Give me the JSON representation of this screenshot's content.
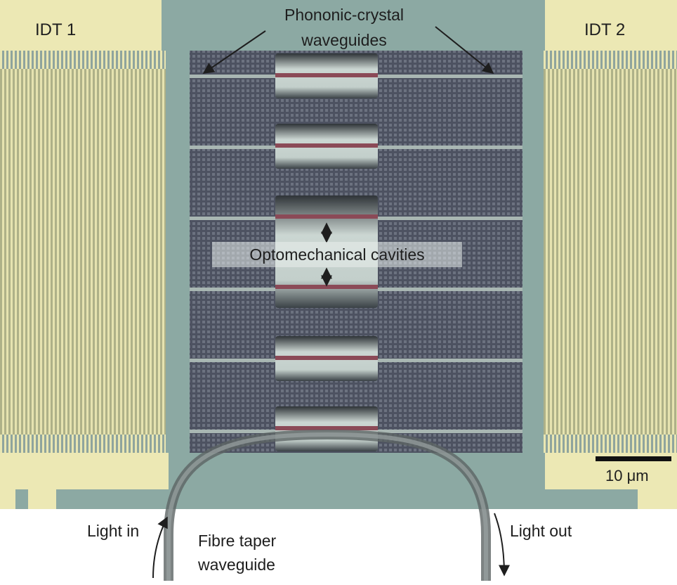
{
  "labels": {
    "idt_left": "IDT 1",
    "idt_right": "IDT 2",
    "phononic_line1": "Phononic-crystal",
    "phononic_line2": "waveguides",
    "cavities": "Optomechanical cavities",
    "scale": "10 μm",
    "light_in": "Light in",
    "light_out": "Light out",
    "fibre_line1": "Fibre taper",
    "fibre_line2": "waveguide"
  },
  "colors": {
    "substrate": "#8ca9a3",
    "pad": "#ece8b4",
    "finger": "#b7b88c",
    "crystal": "#4e5362",
    "cavity_slot": "#c8d4d0",
    "nanobeam": "#8b4a57",
    "fibre": "#6f7776",
    "text": "#1e1e1e"
  },
  "icons": [
    "arrow-icon",
    "double-arrow-icon",
    "curved-arrow-icon"
  ]
}
